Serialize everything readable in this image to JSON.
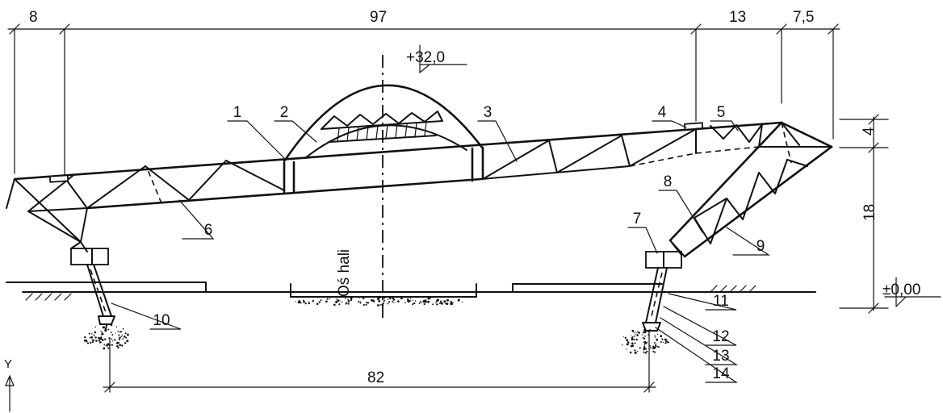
{
  "dimensions": {
    "top_segments": [
      "8",
      "97",
      "13",
      "7,5"
    ],
    "right_side": [
      "4",
      "18"
    ],
    "bottom_span": "82"
  },
  "elevations": {
    "crown": "+32,0",
    "ground": "±0,00"
  },
  "axis_label": "Oś hali",
  "coordinate_axis": "Y",
  "part_numbers": [
    "1",
    "2",
    "3",
    "4",
    "5",
    "6",
    "7",
    "8",
    "9",
    "10",
    "11",
    "12",
    "13",
    "14"
  ],
  "colors": {
    "ink": "#111111",
    "background": "#ffffff"
  }
}
